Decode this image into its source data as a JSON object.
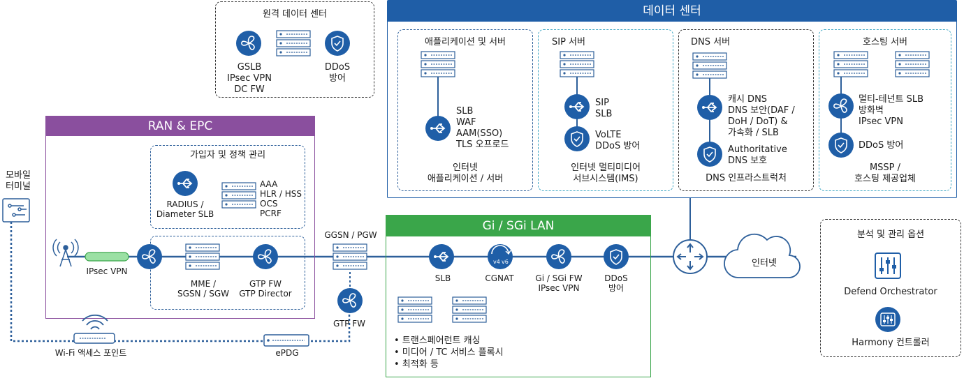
{
  "colors": {
    "navy": "#1f5ea7",
    "purple": "#8a4f9e",
    "green": "#3aa64a",
    "line": "#2d5f9a"
  },
  "datacenter": {
    "title": "데이터 센터",
    "app": {
      "heading": "애플리케이션 및 서버",
      "services": "SLB\nWAF\nAAM(SSO)\nTLS 오프로드",
      "footer": "인터넷\n애플리케이션 / 서버"
    },
    "sip": {
      "heading": "SIP 서버",
      "services1": "SIP\nSLB",
      "services2": "VoLTE\nDDoS 방어",
      "footer": "인터넷 멀티미디어\n서브시스템(IMS)"
    },
    "dns": {
      "heading": "DNS 서버",
      "services1": "캐시 DNS\nDNS 보안(DAF /\nDoH / DoT) &\n가속화 / SLB",
      "services2": "Authoritative\nDNS 보호",
      "footer": "DNS 인프라스트럭처"
    },
    "hosting": {
      "heading": "호스팅 서버",
      "services1": "멀티-테넌트 SLB\n방화벽\nIPsec VPN",
      "services2": "DDoS 방어",
      "footer": "MSSP /\n호스팅 제공업체"
    }
  },
  "remote_dc": {
    "title": "원격 데이터 센터",
    "left": "GSLB\nIPsec VPN\nDC FW",
    "right": "DDoS\n방어"
  },
  "ran": {
    "title": "RAN & EPC",
    "subscriber": {
      "heading": "가입자 및 정책 관리",
      "radius": "RADIUS /\nDiameter SLB",
      "servers": "AAA\nHLR / HSS\nOCS\nPCRF"
    },
    "ipsec": "IPsec VPN",
    "mme": "MME /\nSGSN / SGW",
    "gtp": "GTP FW\nGTP Director"
  },
  "mobile": "모바일\n터미널",
  "ggsn": "GGSN / PGW",
  "gtpfw": "GTP FW",
  "wifi": "Wi-Fi 액세스 포인트",
  "epdg": "ePDG",
  "gi": {
    "title": "Gi / SGi LAN",
    "slb": "SLB",
    "cgnat": "CGNAT",
    "v4": "v4",
    "v6": "v6",
    "gifw": "Gi / SGi FW\nIPsec VPN",
    "ddos": "DDoS\n방어",
    "bullets": "• 트랜스페어런트 캐싱\n• 미디어 / TC 서비스 플록시\n• 최적화 등"
  },
  "internet": "인터넷",
  "analytics": {
    "title": "분석 및 관리 옵션",
    "defend": "Defend Orchestrator",
    "harmony": "Harmony 컨트롤러"
  }
}
